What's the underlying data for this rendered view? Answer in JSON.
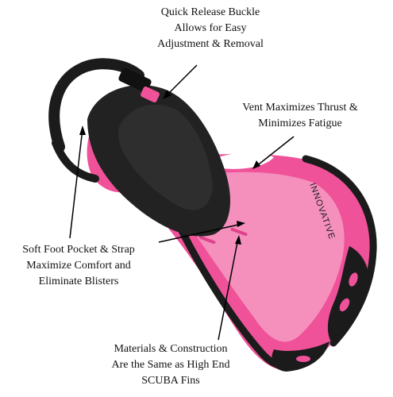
{
  "callouts": {
    "buckle": [
      "Quick Release Buckle",
      "Allows for Easy",
      "Adjustment & Removal"
    ],
    "vent": [
      "Vent Maximizes Thrust &",
      "Minimizes Fatigue"
    ],
    "foot_pocket": [
      "Soft Foot Pocket & Strap",
      "Maximize Comfort and",
      "Eliminate Blisters"
    ],
    "materials": [
      "Materials & Construction",
      "Are the Same as High End",
      "SCUBA Fins"
    ]
  },
  "fin": {
    "brand_text": "INNOVATIVE"
  },
  "colors": {
    "fin_pink": "#f0529a",
    "fin_pink_light": "#f7a6c8",
    "rail_black": "#1b1b1b",
    "pocket_black": "#222222",
    "arrow": "#000000"
  }
}
